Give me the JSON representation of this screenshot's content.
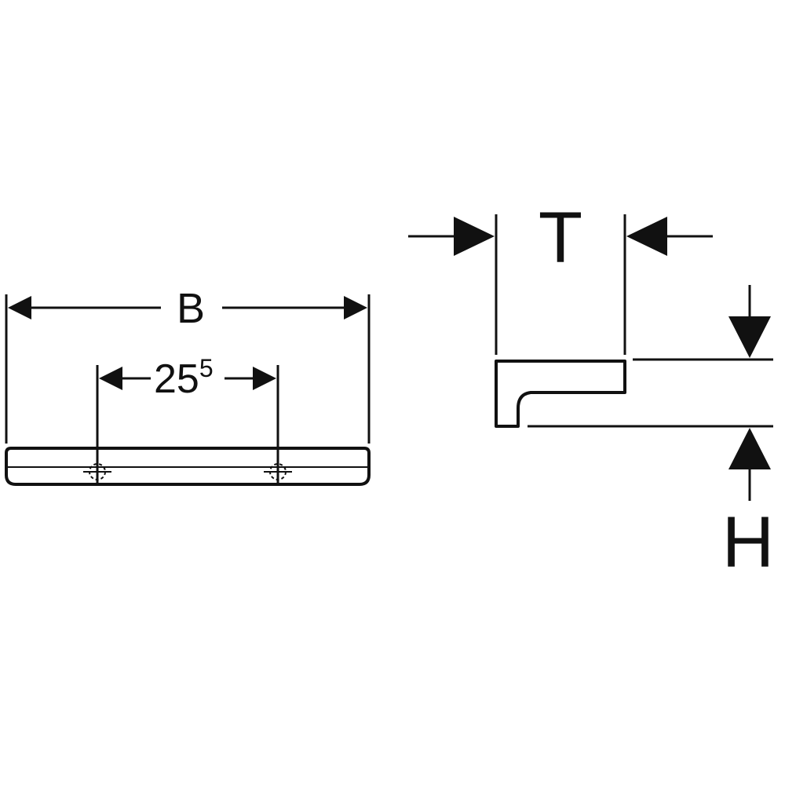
{
  "labels": {
    "width": "B",
    "hole_spacing": "25",
    "hole_spacing_superscript": "5",
    "depth": "T",
    "height": "H"
  },
  "colors": {
    "ink": "#111111",
    "background": "#ffffff"
  }
}
